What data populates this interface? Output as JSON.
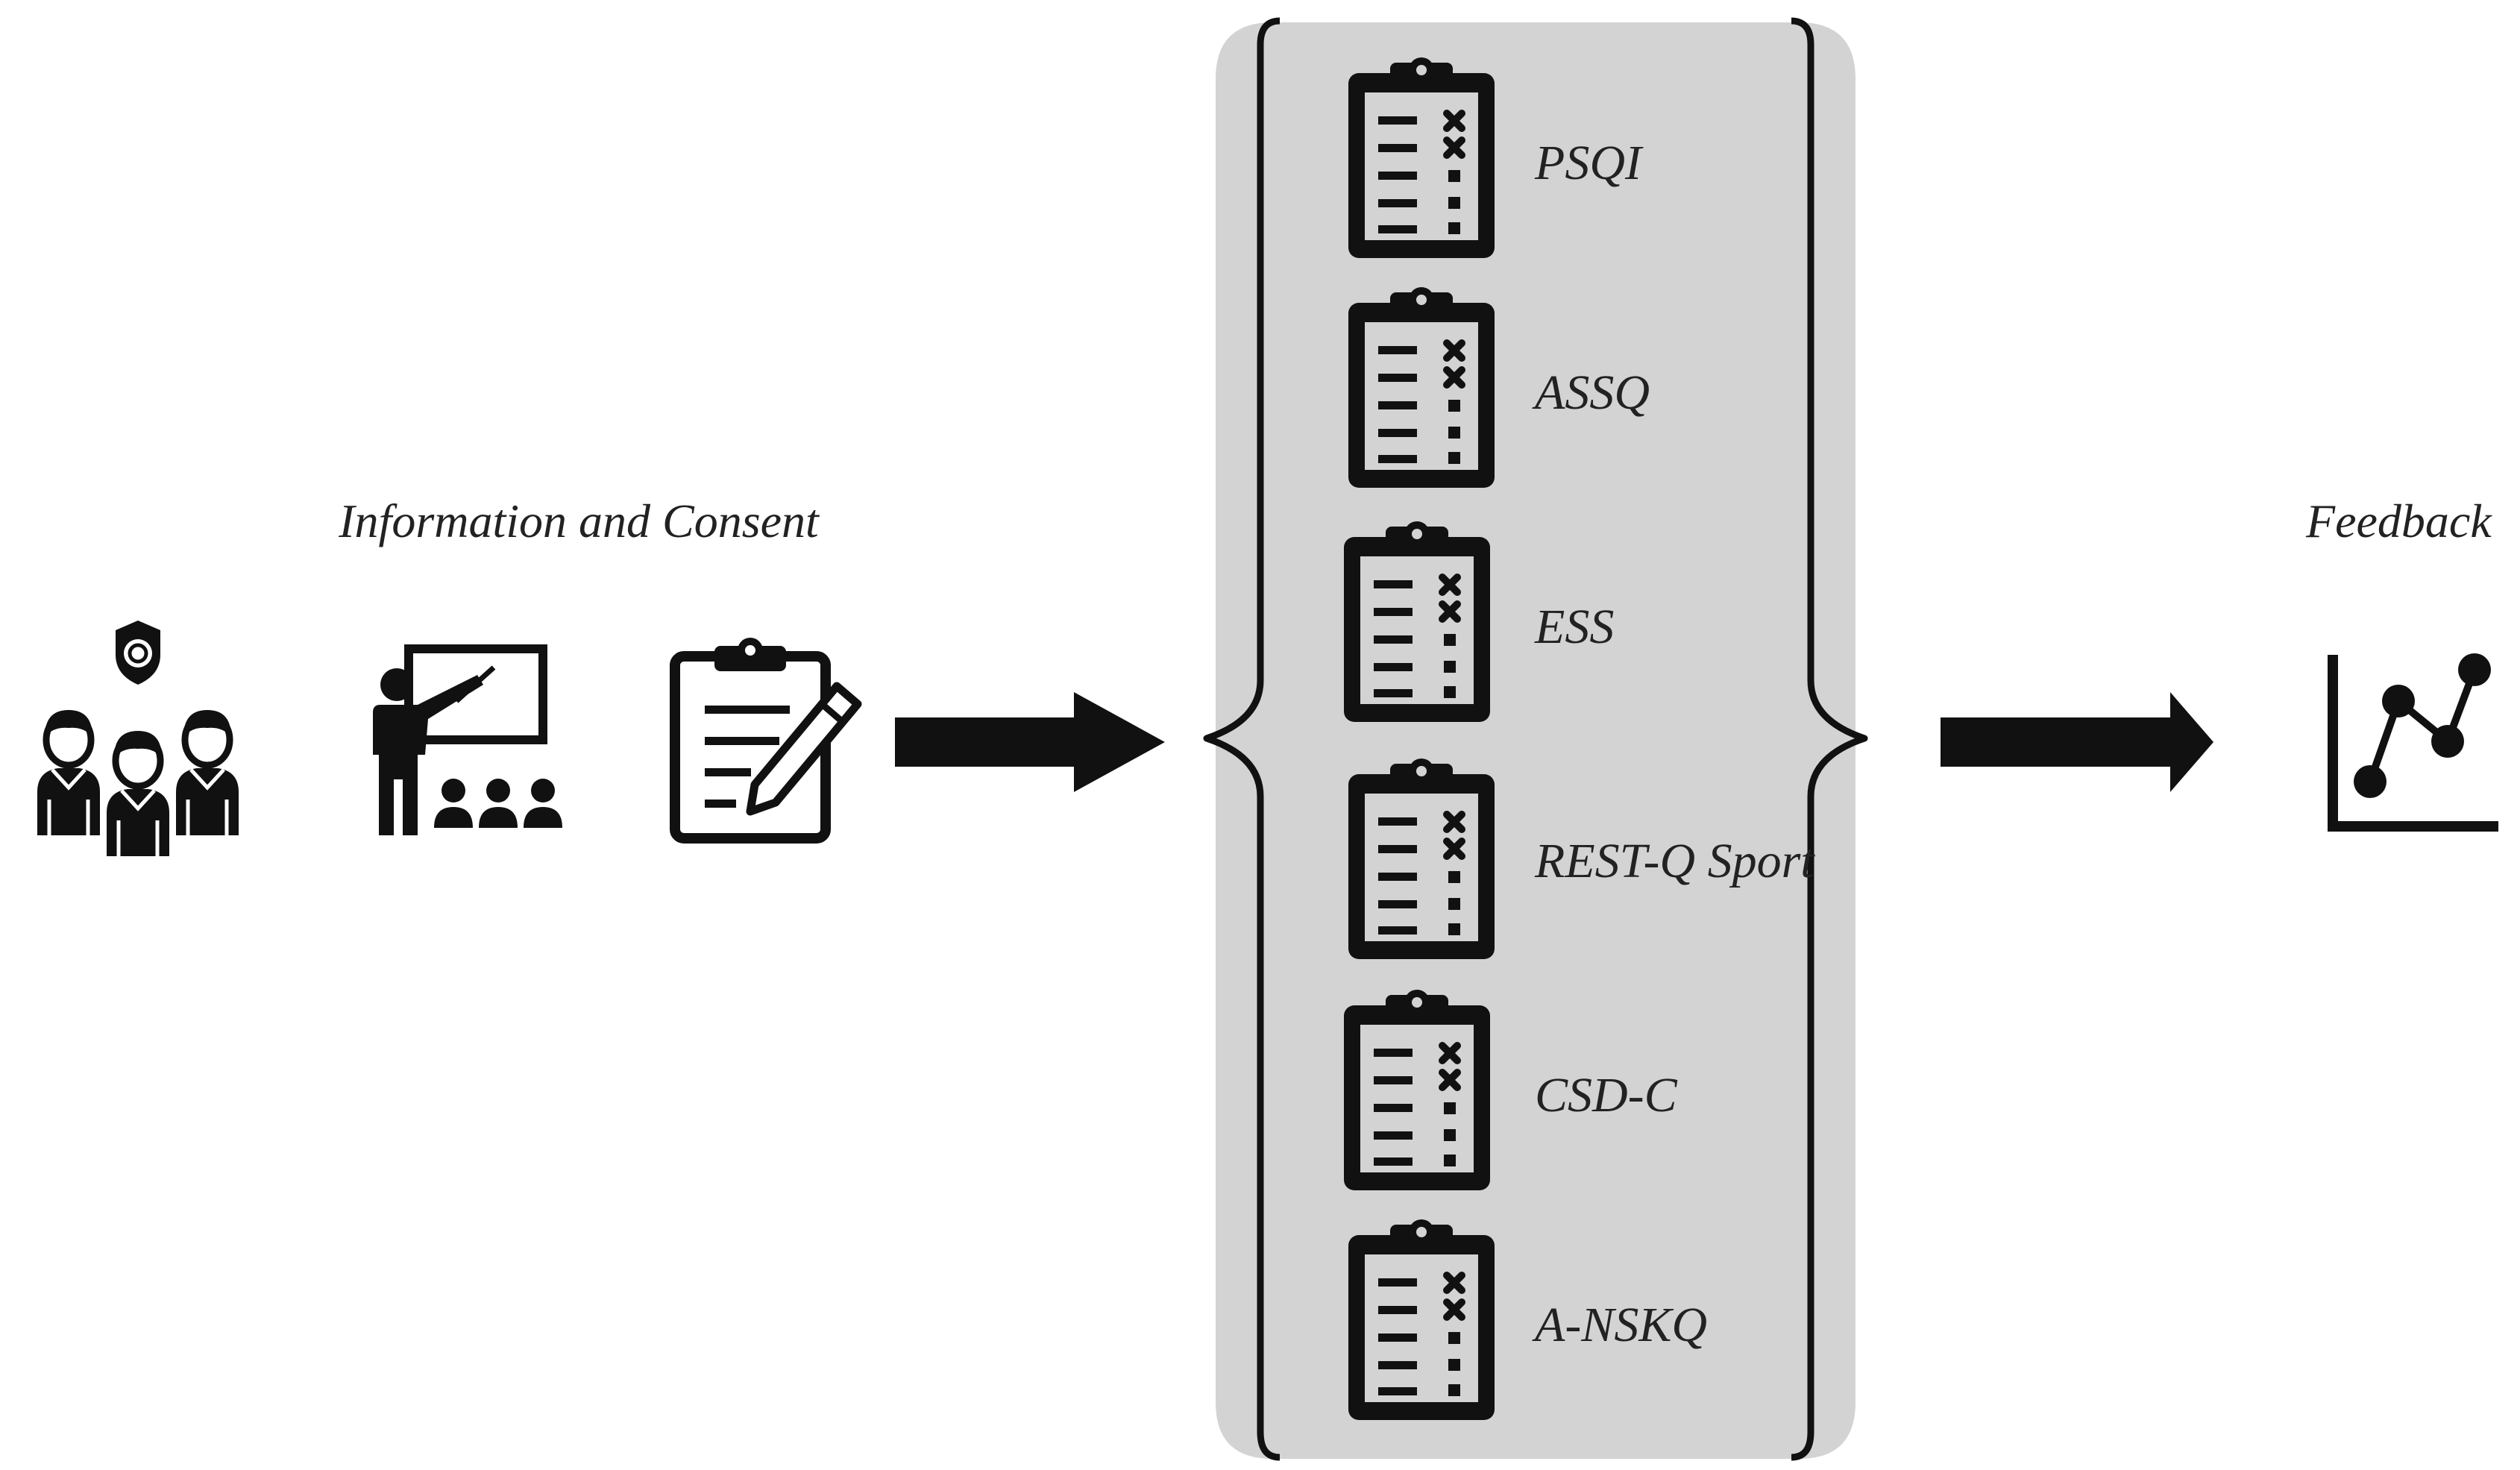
{
  "colors": {
    "ink": "#111111",
    "panel_fill": "#d3d3d3",
    "text": "#222222",
    "background": "#ffffff"
  },
  "stage_info": {
    "label": "Information and Consent",
    "icons": [
      "football-team-icon",
      "presentation-icon",
      "clipboard-pen-icon"
    ]
  },
  "questionnaires": [
    {
      "label": "PSQI"
    },
    {
      "label": "ASSQ"
    },
    {
      "label": "ESS"
    },
    {
      "label": "REST-Q Sport"
    },
    {
      "label": "CSD-C"
    },
    {
      "label": "A-NSKQ"
    }
  ],
  "stage_feedback": {
    "label": "Feedback",
    "icon": "line-graph-icon"
  }
}
